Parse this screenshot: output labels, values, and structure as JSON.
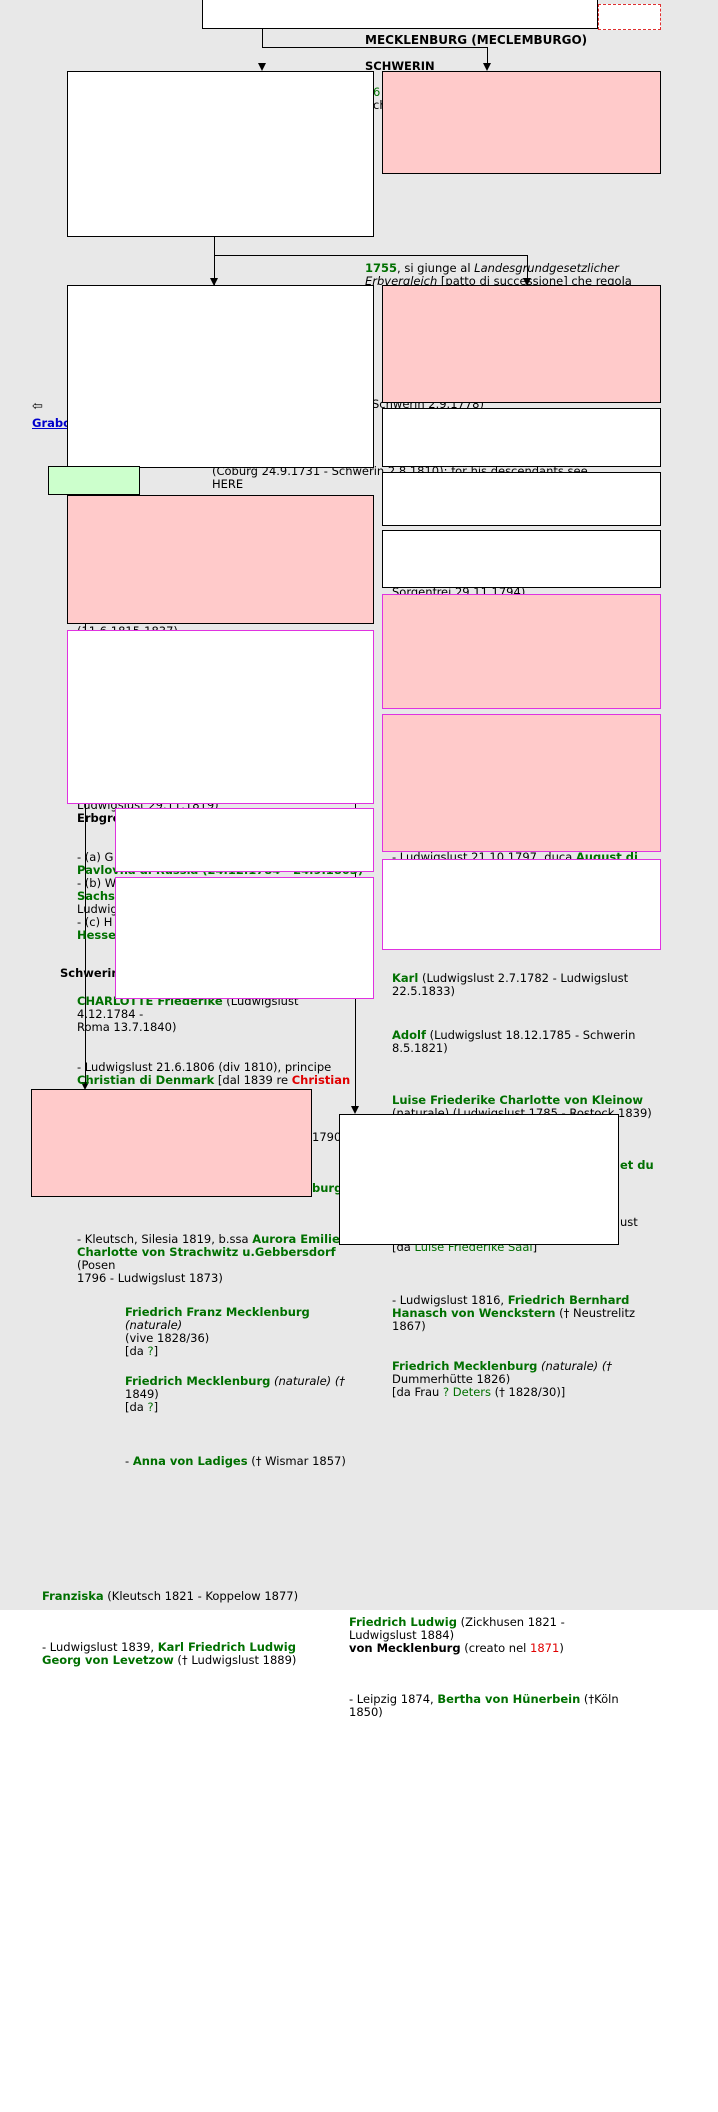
{
  "header": {
    "title": "MECKLENBURG (MECLEMBURGO)",
    "subtitle": "SCHWERIN"
  },
  "nav": {
    "back_icon": "⇦",
    "back_link": "Grabo"
  },
  "top_right": {
    "year": "1755",
    "line1_post": ", si giunge al ",
    "line1_ital": "Landesgrundgesetzlicher",
    "line2_ital": "Erbvergleich",
    "line2_post": " [patto di successione] che regola"
  },
  "fragments": {
    "f_ti": "6",
    "f_ch": "ch",
    "f_schwerin_date": "Schwerin 2.9.1778)",
    "f_coburg": "(Coburg 24.9.1731 - Schwerin 2.8.1810): for his descendants see",
    "f_here": "HERE",
    "f_sorgenfrei": "Sorgenfrei 29.11.1794)",
    "f_1815": "(11.6.1815-1837)",
    "f_ludwigslust_1819": "Ludwigslust 29.11.1819)",
    "f_erbgro": "Erbgro",
    "f_a": "- (a) G",
    "f_pavlovna": "Pavlovna di Russia (24.12.1784 - 24.9.1803)",
    "f_b": "- (b) W",
    "f_sachse": "Sachse",
    "f_ludwig": "Ludwig",
    "f_c": "- (c) H",
    "f_hesse": "Hesse",
    "f_schwerin_left": "Schwerin",
    "f_charlotte_name": "CHARLOTTE Friederike",
    "f_charlotte_rest": " (Ludwigslust 4.12.1784 -",
    "f_charlotte_line2": "Roma 13.7.1840)",
    "f_ludwigslust_1806": "- Ludwigslust 21.6.1806 (div 1810), principe",
    "f_christian_name": "Christian di Denmark",
    "f_christian_mid": " [dal 1839 re ",
    "f_christian_red": "Christian",
    "f_1790": "1790",
    "f_burg": "burg",
    "f_1797": "- Ludwigslust 21.10.1797, duca ",
    "f_1797_name": "August di",
    "f_et_du": "et du",
    "f_ust": "ust"
  },
  "right_column": {
    "karl_name": "Karl",
    "karl_rest": " (Ludwigslust 2.7.1782 - Ludwigslust",
    "karl_line2": "22.5.1833)",
    "adolf_name": "Adolf",
    "adolf_rest": " (Ludwigslust 18.12.1785 - Schwerin",
    "adolf_line2": "8.5.1821)",
    "luise_name": "Luise Friederike Charlotte von Kleinow",
    "luise_rest": "(naturale) (Ludwigslust 1785 - Rostock 1839)",
    "saal_pre": "[da ",
    "saal_name": "Luise Friederike Saal",
    "saal_post": "]",
    "m1816_pre": "- Ludwigslust 1816, ",
    "m1816_name": "Friedrich Bernhard",
    "m1816_name2": "Hanasch von Wenckstern",
    "m1816_rest": " († Neustrelitz",
    "m1816_line3": "1867)",
    "fm_name": "Friedrich Mecklenburg",
    "fm_rest": " (naturale) (†",
    "fm_line2": "Dummerhütte 1826)",
    "fm_line3_pre": "[da Frau ",
    "fm_line3_link": "? Deters",
    "fm_line3_post": " († 1828/30)]"
  },
  "left_column": {
    "kleutsch_pre": "- Kleutsch, Silesia 1819, b.ssa ",
    "kleutsch_name": "Aurora Emilie",
    "kleutsch_name2": "Charlotte von Strachwitz u.Gebbersdorf",
    "kleutsch_rest": " (Posen",
    "kleutsch_line3": "1796 - Ludwigslust 1873)",
    "ffm_name": "Friedrich Franz Mecklenburg",
    "ffm_rest": " (naturale)",
    "ffm_line2": "(vive 1828/36)",
    "ffm_line3_pre": "[da ",
    "ffm_line3_link": "?",
    "ffm_line3_post": "]",
    "fm2_name": "Friedrich Mecklenburg",
    "fm2_rest": " (naturale) (†",
    "fm2_line2": "1849)",
    "fm2_line3_pre": "[da ",
    "fm2_line3_link": "?",
    "fm2_line3_post": "]",
    "anna_pre": "- ",
    "anna_name": "Anna von Ladiges",
    "anna_rest": " († Wismar 1857)"
  },
  "bottom": {
    "franziska_name": "Franziska",
    "franziska_rest": " (Kleutsch 1821 - Koppelow 1877)",
    "levetzow_pre": "- Ludwigslust 1839, ",
    "levetzow_name": "Karl Friedrich Ludwig",
    "levetzow_name2": "Georg von Levetzow",
    "levetzow_rest": " († Ludwigslust 1889)",
    "fl_name": "Friedrich Ludwig",
    "fl_rest": " (Zickhusen 1821 -",
    "fl_line2": "Ludwigslust 1884)",
    "fl_line3": "von Mecklenburg",
    "fl_line3_rest": " (creato nel ",
    "fl_year": "1871",
    "fl_line3_post": ")",
    "leipzig_pre": "- Leipzig 1874, ",
    "leipzig_name": "Bertha von Hünerbein",
    "leipzig_rest": " (†Köln",
    "leipzig_line2": "1850)"
  },
  "colors": {
    "background": "#e8e8e8",
    "name_green": "#007000",
    "red": "#e00000",
    "link_blue": "#0000cc",
    "pink_box": "#ffcaca",
    "green_box": "#ccffcc",
    "magenta_border": "#e032e0"
  }
}
